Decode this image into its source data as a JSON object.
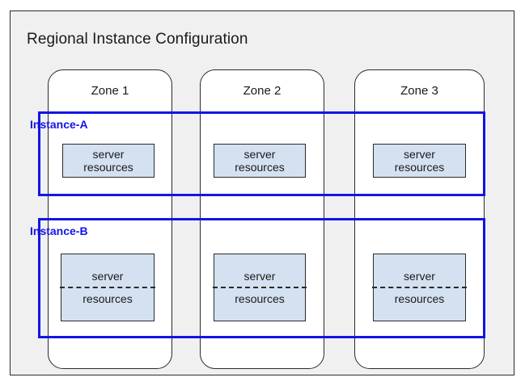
{
  "diagram": {
    "type": "architecture-diagram",
    "title": "Regional Instance Configuration",
    "colors": {
      "region_background": "#f0f0f0",
      "zone_background": "#ffffff",
      "instance_border": "#1414e6",
      "instance_label": "#1414e6",
      "server_box_fill": "#d4e1f0",
      "outline": "#2b2b2b"
    },
    "zones": [
      {
        "id": "zone-1",
        "label": "Zone 1"
      },
      {
        "id": "zone-2",
        "label": "Zone 2"
      },
      {
        "id": "zone-3",
        "label": "Zone 3"
      }
    ],
    "instances": [
      {
        "id": "instance-a",
        "label": "Instance-A",
        "style": "solid",
        "spans_zones": [
          "Zone 1",
          "Zone 2",
          "Zone 3"
        ],
        "nodes": [
          {
            "zone": "Zone 1",
            "line1": "server",
            "line2": "resources",
            "divided": false
          },
          {
            "zone": "Zone 2",
            "line1": "server",
            "line2": "resources",
            "divided": false
          },
          {
            "zone": "Zone 3",
            "line1": "server",
            "line2": "resources",
            "divided": false
          }
        ]
      },
      {
        "id": "instance-b",
        "label": "Instance-B",
        "style": "solid",
        "spans_zones": [
          "Zone 1",
          "Zone 2",
          "Zone 3"
        ],
        "nodes": [
          {
            "zone": "Zone 1",
            "line1": "server",
            "line2": "resources",
            "divided": true
          },
          {
            "zone": "Zone 2",
            "line1": "server",
            "line2": "resources",
            "divided": true
          },
          {
            "zone": "Zone 3",
            "line1": "server",
            "line2": "resources",
            "divided": true
          }
        ]
      }
    ]
  }
}
